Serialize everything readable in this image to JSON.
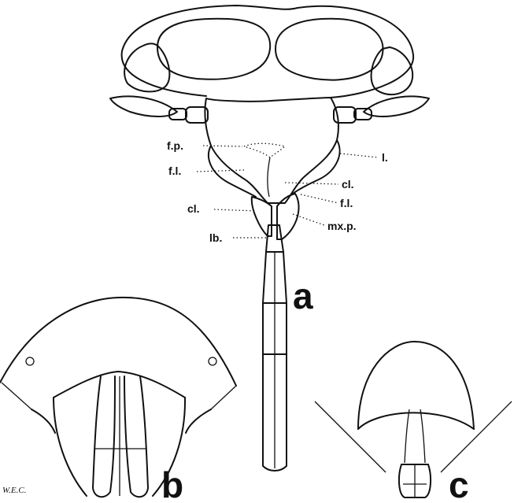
{
  "figure": {
    "panels": {
      "a": "a",
      "b": "b",
      "c": "c"
    },
    "labels": {
      "fp": "f.p.",
      "fl_left": "f.l.",
      "cl_left": "cl.",
      "lb": "lb.",
      "l": "l.",
      "cl_right": "cl.",
      "fl_right": "f.l.",
      "mxp": "mx.p."
    },
    "signature": "W.E.C."
  }
}
